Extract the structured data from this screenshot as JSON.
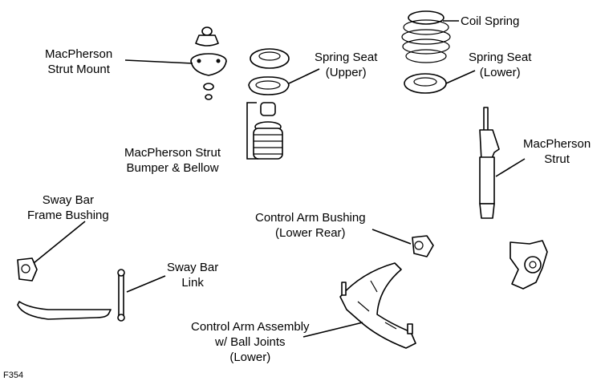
{
  "labels": {
    "coil_spring": "Coil Spring",
    "strut_mount": [
      "MacPherson",
      "Strut Mount"
    ],
    "spring_seat_upper": [
      "Spring Seat",
      "(Upper)"
    ],
    "spring_seat_lower": [
      "Spring Seat",
      "(Lower)"
    ],
    "bumper_bellow": [
      "MacPherson Strut",
      "Bumper & Bellow"
    ],
    "strut": [
      "MacPherson",
      "Strut"
    ],
    "sway_bar_bushing": [
      "Sway Bar",
      "Frame Bushing"
    ],
    "control_arm_bushing": [
      "Control Arm Bushing",
      "(Lower Rear)"
    ],
    "sway_bar_link": [
      "Sway Bar",
      "Link"
    ],
    "control_arm_assembly": [
      "Control Arm Assembly",
      "w/ Ball Joints",
      "(Lower)"
    ]
  },
  "figure_code": "F354"
}
